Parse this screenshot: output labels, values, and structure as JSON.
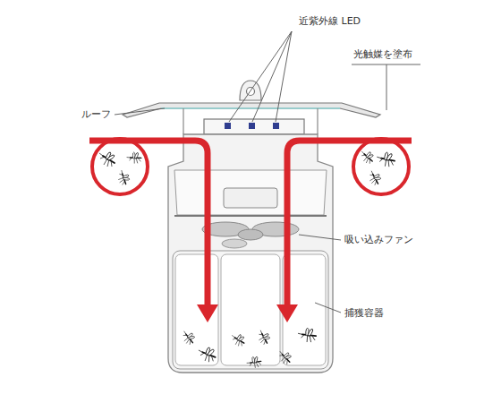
{
  "diagram": {
    "labels": [
      "近紫外線 LED",
      "光触媒を塗布",
      "ルーフ",
      "吸い込みファン",
      "捕獲容器"
    ]
  }
}
